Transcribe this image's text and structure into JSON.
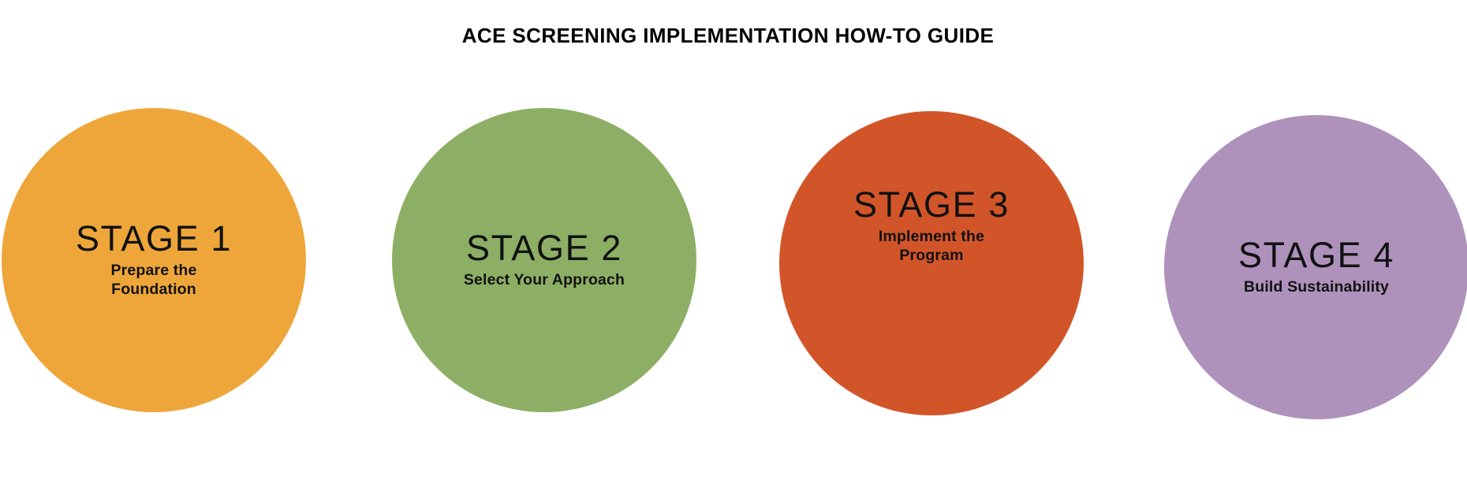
{
  "page": {
    "title": "ACE SCREENING IMPLEMENTATION HOW-TO GUIDE",
    "background_color": "#FFFFFF",
    "text_color": "#000000"
  },
  "diagram": {
    "type": "stage-circles",
    "stage_count": 4,
    "stages": [
      {
        "heading": "STAGE 1",
        "subtitle": "Prepare the Foundation",
        "color": "#EEA63A",
        "number": "1"
      },
      {
        "heading": "STAGE 2",
        "subtitle": "Select Your Approach",
        "color": "#8DAF65",
        "number": "2"
      },
      {
        "heading": "STAGE 3",
        "subtitle": "Implement the Program",
        "color": "#D2552A",
        "number": "3"
      },
      {
        "heading": "STAGE 4",
        "subtitle": "Build Sustainability",
        "color": "#AE92BC",
        "number": "4"
      }
    ]
  }
}
